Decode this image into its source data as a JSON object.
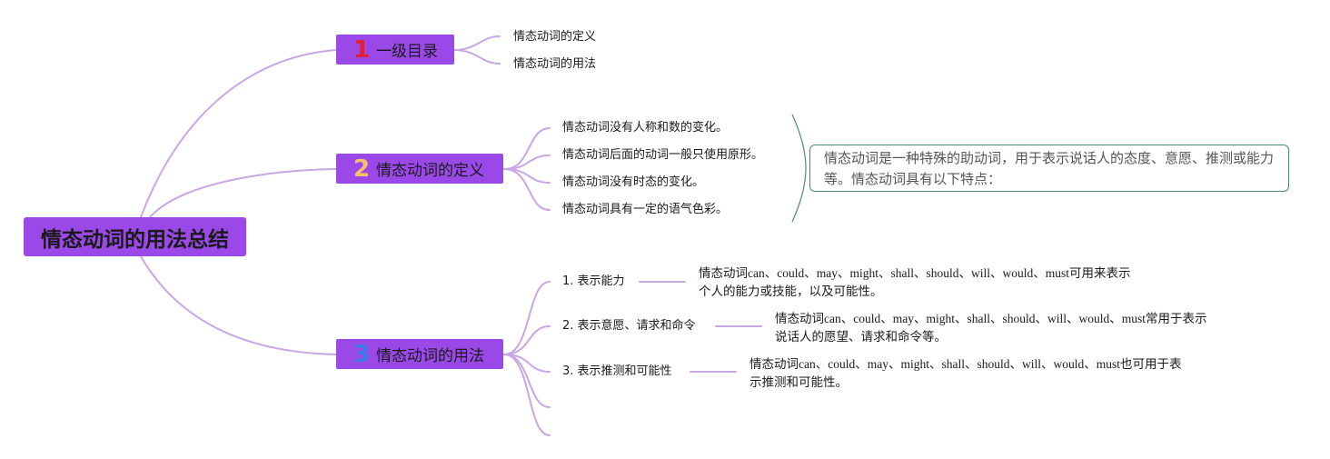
{
  "mindmap": {
    "root": "情态动词的用法总结",
    "branches": [
      {
        "number": "1",
        "label": "一级目录",
        "number_color": "#e0203a",
        "children": [
          "情态动词的定义",
          "情态动词的用法"
        ]
      },
      {
        "number": "2",
        "label": "情态动词的定义",
        "number_color": "#f5c26b",
        "children": [
          "情态动词没有人称和数的变化。",
          "情态动词后面的动词一般只使用原形。",
          "情态动词没有时态的变化。",
          "情态动词具有一定的语气色彩。"
        ],
        "summary": "情态动词是一种特殊的助动词，用于表示说话人的态度、意愿、推测或能力等。情态动词具有以下特点："
      },
      {
        "number": "3",
        "label": "情态动词的用法",
        "number_color": "#3a7be8",
        "children": [
          {
            "label": "1. 表示能力",
            "detail_line1": "情态动词can、could、may、might、shall、should、will、would、must可用来表示",
            "detail_line2": "个人的能力或技能，以及可能性。"
          },
          {
            "label": "2. 表示意愿、请求和命令",
            "detail_line1": "情态动词can、could、may、might、shall、should、will、would、must常用于表示",
            "detail_line2": "说话人的愿望、请求和命令等。"
          },
          {
            "label": "3. 表示推测和可能性",
            "detail_line1": "情态动词can、could、may、might、shall、should、will、would、must也可用于表",
            "detail_line2": "示推测和可能性。"
          }
        ]
      }
    ]
  },
  "colors": {
    "node_fill": "#9b48e8",
    "connector": "#c9a6e4",
    "summary_border": "#4a8c72"
  }
}
